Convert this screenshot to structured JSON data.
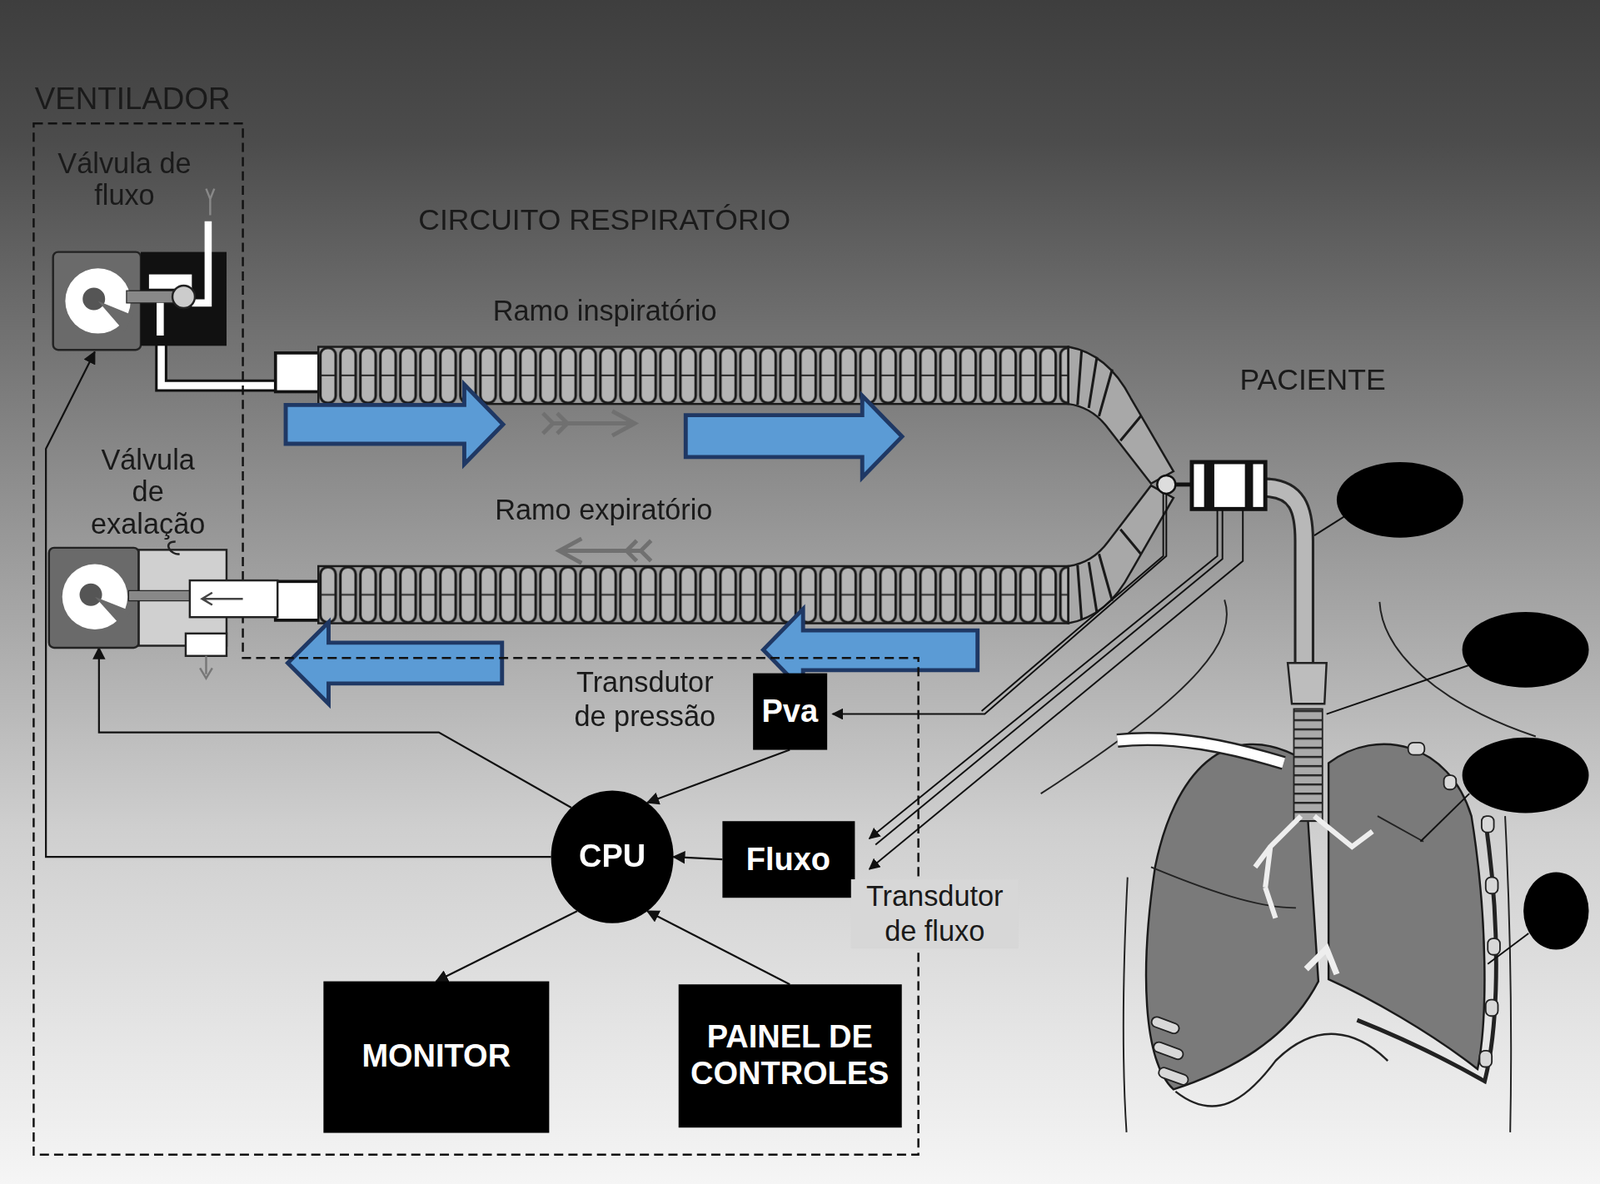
{
  "diagram": {
    "nodes": [
      {
        "text": [
          "VENTILADOR"
        ]
      },
      {
        "text": [
          "Válvula de fluxo"
        ],
        "in": 0
      },
      {
        "text": [
          "Válvula de exalação"
        ],
        "in": 0
      },
      {
        "text": [
          "Pva"
        ],
        "in": 0
      },
      {
        "text": [
          "CPU"
        ],
        "in": 0
      },
      {
        "text": [
          "Fluxo"
        ],
        "in": 0
      },
      {
        "text": [
          "MONITOR"
        ],
        "in": 0
      },
      {
        "text": [
          "PAINEL DE CONTROLES"
        ],
        "in": 0
      }
    ],
    "edges": [
      {
        "from": 3,
        "to": 4,
        "arrow": "to"
      },
      {
        "from": 5,
        "to": 4,
        "arrow": "to"
      },
      {
        "from": 7,
        "to": 4,
        "arrow": "to"
      },
      {
        "from": 4,
        "to": 6,
        "arrow": "to"
      },
      {
        "from": 4,
        "to": 1,
        "arrow": "to"
      },
      {
        "from": 4,
        "to": 2,
        "arrow": "to"
      }
    ],
    "labels": [
      "CIRCUITO RESPIRATÓRIO",
      "Ramo inspiratório",
      "PACIENTE",
      "Ramo expiratório",
      "Transdutor de pressão",
      "Transdutor de fluxo"
    ]
  }
}
